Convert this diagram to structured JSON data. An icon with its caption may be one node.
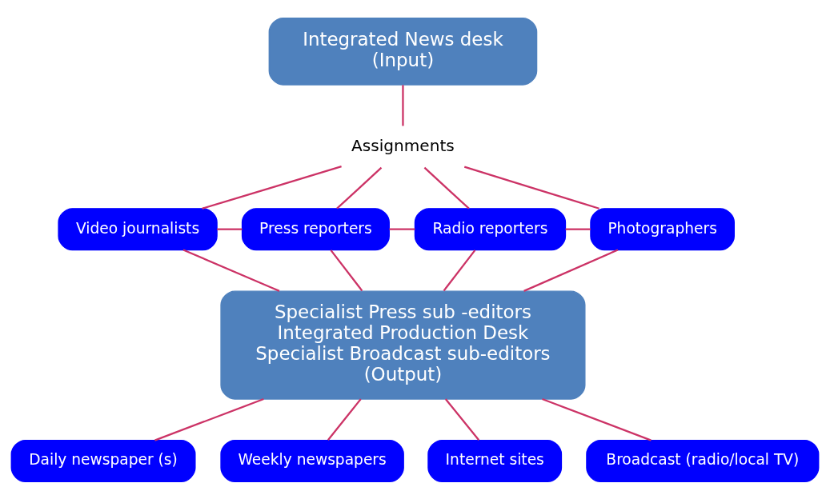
{
  "diagram": {
    "nodes": [
      {
        "text": [
          "Integrated News desk",
          "(Input)"
        ]
      },
      {
        "text": [
          "Assignments"
        ]
      },
      {
        "text": [
          "Video journalists"
        ]
      },
      {
        "text": [
          "Press reporters"
        ]
      },
      {
        "text": [
          "Radio reporters"
        ]
      },
      {
        "text": [
          "Photographers"
        ]
      },
      {
        "text": [
          "Specialist Press sub -editors",
          "Integrated Production Desk",
          "Specialist Broadcast sub-editors",
          "(Output)"
        ]
      },
      {
        "text": [
          "Daily newspaper (s)"
        ]
      },
      {
        "text": [
          "Weekly newspapers"
        ]
      },
      {
        "text": [
          "Internet sites"
        ]
      },
      {
        "text": [
          "Broadcast (radio/local TV)"
        ]
      }
    ],
    "edges": [
      {
        "from": 0,
        "to": 1,
        "arrow": "none"
      },
      {
        "from": 1,
        "to": 2,
        "arrow": "none"
      },
      {
        "from": 1,
        "to": 3,
        "arrow": "none"
      },
      {
        "from": 1,
        "to": 4,
        "arrow": "none"
      },
      {
        "from": 1,
        "to": 5,
        "arrow": "none"
      },
      {
        "from": 2,
        "to": 3,
        "arrow": "none"
      },
      {
        "from": 3,
        "to": 4,
        "arrow": "none"
      },
      {
        "from": 4,
        "to": 5,
        "arrow": "none"
      },
      {
        "from": 2,
        "to": 6,
        "arrow": "none"
      },
      {
        "from": 3,
        "to": 6,
        "arrow": "none"
      },
      {
        "from": 4,
        "to": 6,
        "arrow": "none"
      },
      {
        "from": 5,
        "to": 6,
        "arrow": "none"
      },
      {
        "from": 6,
        "to": 7,
        "arrow": "none"
      },
      {
        "from": 6,
        "to": 8,
        "arrow": "none"
      },
      {
        "from": 6,
        "to": 9,
        "arrow": "none"
      },
      {
        "from": 6,
        "to": 10,
        "arrow": "none"
      }
    ]
  }
}
